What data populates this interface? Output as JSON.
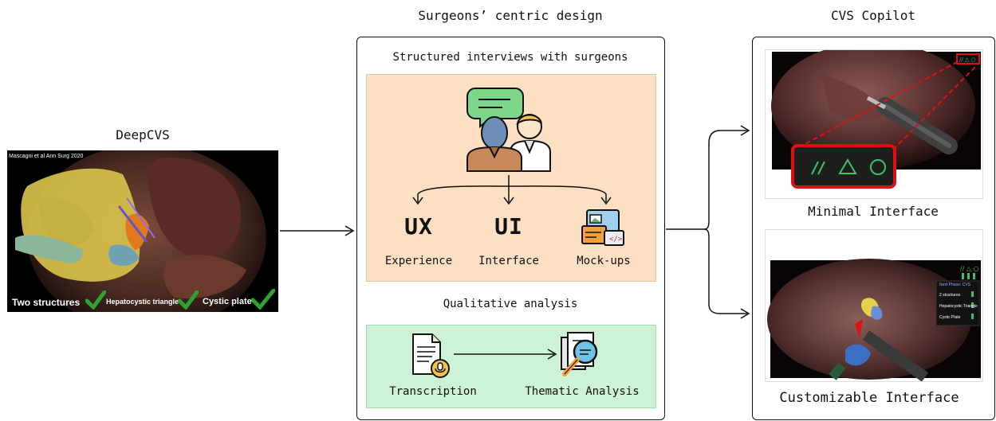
{
  "left": {
    "title": "DeepCVS",
    "image_credit": "Mascagni et al Ann Surg 2020",
    "criteria": [
      "Two structures",
      "Hepatocystic triangle",
      "Cystic plate"
    ]
  },
  "middle": {
    "title": "Surgeons’ centric design",
    "interviews_heading": "Structured interviews with surgeons",
    "branches": [
      {
        "big": "UX",
        "label": "Experience"
      },
      {
        "big": "UI",
        "label": "Interface"
      },
      {
        "big": "",
        "label": "Mock-ups"
      }
    ],
    "analysis_heading": "Qualitative analysis",
    "steps": [
      "Transcription",
      "Thematic Analysis"
    ]
  },
  "right": {
    "title": "CVS Copilot",
    "minimal_label": "Minimal Interface",
    "customizable_label": "Customizable Interface",
    "sidebar_header": "Next Phase: CVS",
    "sidebar_items": [
      "2 structures",
      "Hepatocystic Triangle",
      "Cystic Plate"
    ]
  },
  "colors": {
    "orange_box": "#fde0c4",
    "green_box": "#cdf2d6",
    "highlight_red": "#e01010",
    "checkmark_green": "#2ea12e",
    "hud_green": "#3fbf6a"
  },
  "icons": [
    "chat-bubble-icon",
    "users-icon",
    "mockup-icon",
    "transcript-icon",
    "magnifier-icon",
    "checkmark-icon",
    "parallel-lines-icon",
    "triangle-icon",
    "circle-icon"
  ]
}
